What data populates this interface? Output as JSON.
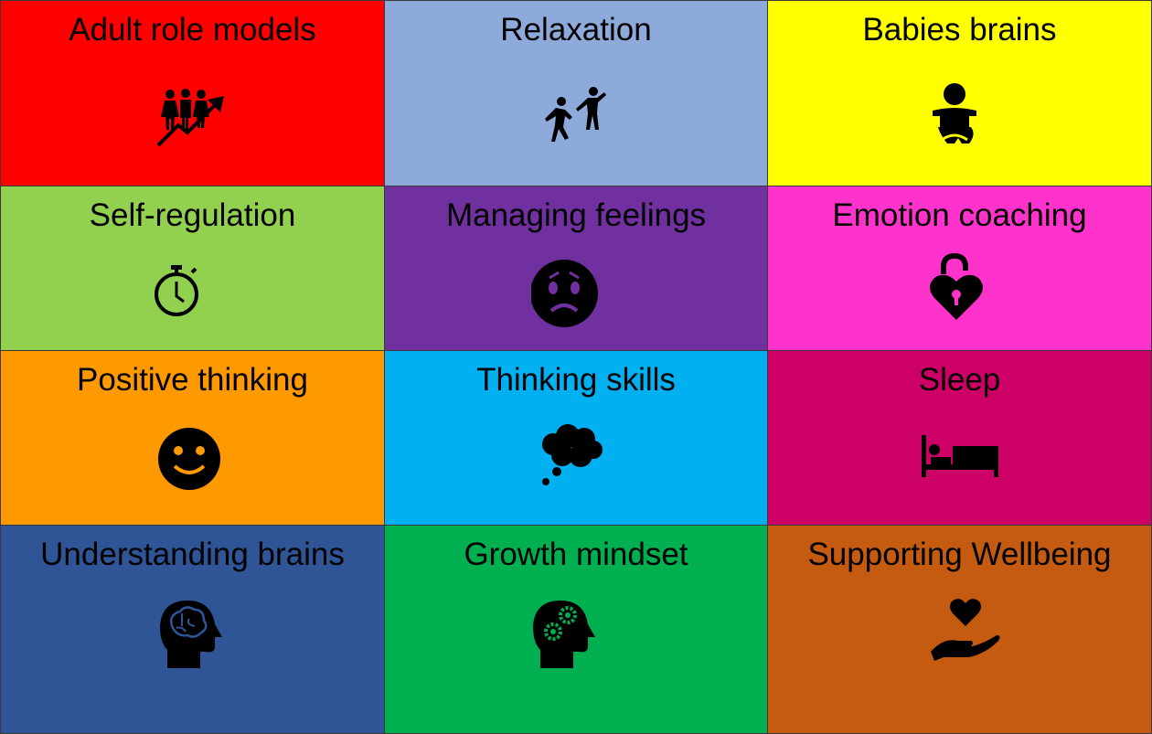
{
  "tiles": [
    {
      "label": "Adult role models",
      "bg": "#ff0000",
      "icon": "people-growth-icon"
    },
    {
      "label": "Relaxation",
      "bg": "#8eaadb",
      "icon": "dancing-people-icon"
    },
    {
      "label": "Babies brains",
      "bg": "#ffff00",
      "icon": "baby-icon"
    },
    {
      "label": "Self-regulation",
      "bg": "#92d050",
      "icon": "stopwatch-icon"
    },
    {
      "label": "Managing feelings",
      "bg": "#7030a0",
      "icon": "worried-face-icon"
    },
    {
      "label": "Emotion coaching",
      "bg": "#ff33cc",
      "icon": "heart-padlock-icon"
    },
    {
      "label": "Positive thinking",
      "bg": "#ff9900",
      "icon": "smiley-face-icon"
    },
    {
      "label": "Thinking skills",
      "bg": "#00b0f0",
      "icon": "thought-bubble-icon"
    },
    {
      "label": "Sleep",
      "bg": "#cc0066",
      "icon": "bed-icon"
    },
    {
      "label": "Understanding brains",
      "bg": "#2f5597",
      "icon": "brain-head-icon"
    },
    {
      "label": "Growth mindset",
      "bg": "#00b050",
      "icon": "gears-head-icon"
    },
    {
      "label": "Supporting Wellbeing",
      "bg": "#c55a11",
      "icon": "heart-hand-icon"
    }
  ]
}
